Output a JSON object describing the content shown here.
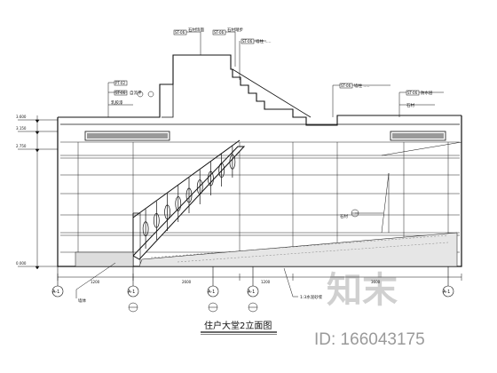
{
  "drawing": {
    "title": "住户大堂2立面图"
  },
  "callouts": {
    "tag_a": "PT-02",
    "tag_b": "ST-06",
    "tag_c": "ST-06",
    "tag_d": "ST-06",
    "tag_e": "ST-06",
    "tag_f": "ST-06",
    "tag_g": "ST-06",
    "note_a": "乳胶漆",
    "note_b": "石材饰面",
    "note_c": "石材踏步",
    "note_d": "墙柱 .....",
    "note_e": "墙柱 .....",
    "note_f": "防水层",
    "note_g": "石材",
    "note_h": "自流平",
    "note_i": "石材",
    "note_j": "墙体",
    "note_k": "1:3水泥砂浆"
  },
  "levels": {
    "l1": "3.600",
    "l2": "3.150",
    "l3": "2.750",
    "l4": "0.000"
  },
  "dims": {
    "d1": "1200",
    "d2": "2600",
    "d3": "1200",
    "d4": "3600"
  },
  "grid": {
    "g1": "A-1",
    "g2": "A-1",
    "g3": "A-1",
    "g4": "A-1",
    "g5": "A-1"
  },
  "watermark": {
    "brand": "知末",
    "id_text": "ID: 166043175"
  }
}
